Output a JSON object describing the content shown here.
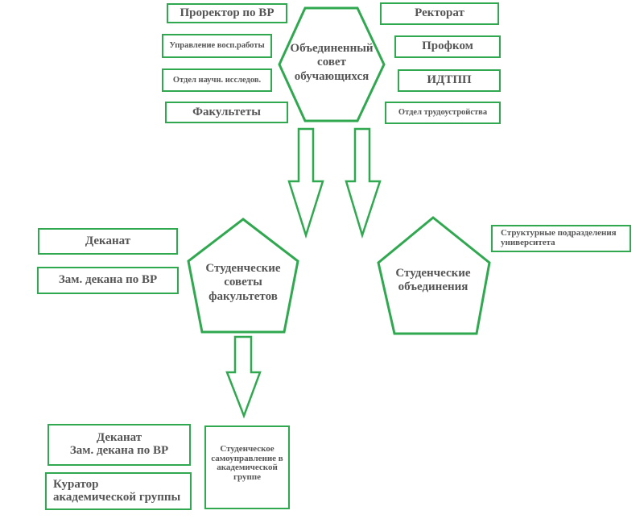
{
  "colors": {
    "stroke": "#2fa84f",
    "text": "#555555",
    "background": "#ffffff"
  },
  "center": {
    "label": "Объединенный\nсовет\nобучающихся"
  },
  "left_top_boxes": [
    "Проректор по ВР",
    "Управление восп.работы",
    "Отдел научн. исследов.",
    "Факультеты"
  ],
  "right_top_boxes": [
    "Ректорат",
    "Профком",
    "ИДТПП",
    "Отдел трудоустройства"
  ],
  "faculty_councils": {
    "label": "Студенческие\nсоветы\nфакультетов"
  },
  "student_associations": {
    "label": "Студенческие\nобъединения"
  },
  "middle_left_boxes": [
    "Деканат",
    "Зам. декана по ВР"
  ],
  "structural_units": {
    "label": "Структурные подразделения университета"
  },
  "bottom_left_boxes": [
    "Деканат\nЗам. декана по ВР",
    "Куратор\nакадемической группы"
  ],
  "group_self_government": {
    "label": "Студенческое самоуправление в академической группе"
  }
}
